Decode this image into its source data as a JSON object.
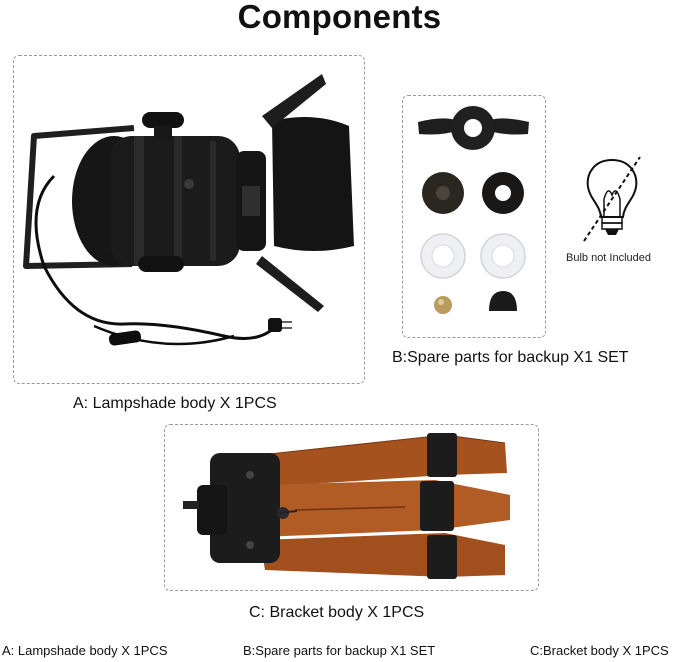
{
  "title": "Components",
  "components": {
    "a_caption": "A: Lampshade body X 1PCS",
    "b_caption": "B:Spare parts for backup X1 SET",
    "c_caption": "C: Bracket body X 1PCS"
  },
  "bulb_note": "Bulb not Included",
  "footer": {
    "a": "A: Lampshade body X 1PCS",
    "b": "B:Spare parts for backup X1 SET",
    "c": "C:Bracket body X 1PCS"
  },
  "colors": {
    "wood": "#a5521f",
    "metal": "#1c1c1c",
    "clear_ring": "#eef0f3",
    "brass": "#b99b5e"
  }
}
